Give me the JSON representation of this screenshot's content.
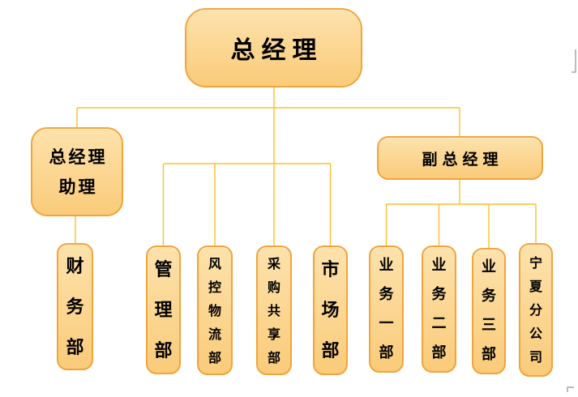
{
  "colors": {
    "node_border": "#F2A43B",
    "node_fill_top": "#FDE2AC",
    "node_fill_bottom": "#FACB7A",
    "connector": "#FDBF2D",
    "text": "#000000",
    "crop_mark": "#BDBDBD"
  },
  "org_chart": {
    "root": {
      "label": "总经理"
    },
    "assistant": {
      "lines": [
        "总经理",
        "助理"
      ]
    },
    "deputy": {
      "label": "副总经理"
    },
    "assistant_departments": [
      {
        "label": "财务部"
      }
    ],
    "root_departments": [
      {
        "label": "管理部"
      },
      {
        "label": "风控物流部"
      },
      {
        "label": "采购共享部"
      },
      {
        "label": "市场部"
      }
    ],
    "deputy_departments": [
      {
        "label": "业务一部"
      },
      {
        "label": "业务二部"
      },
      {
        "label": "业务三部"
      },
      {
        "label": "宁夏分公司"
      }
    ]
  }
}
